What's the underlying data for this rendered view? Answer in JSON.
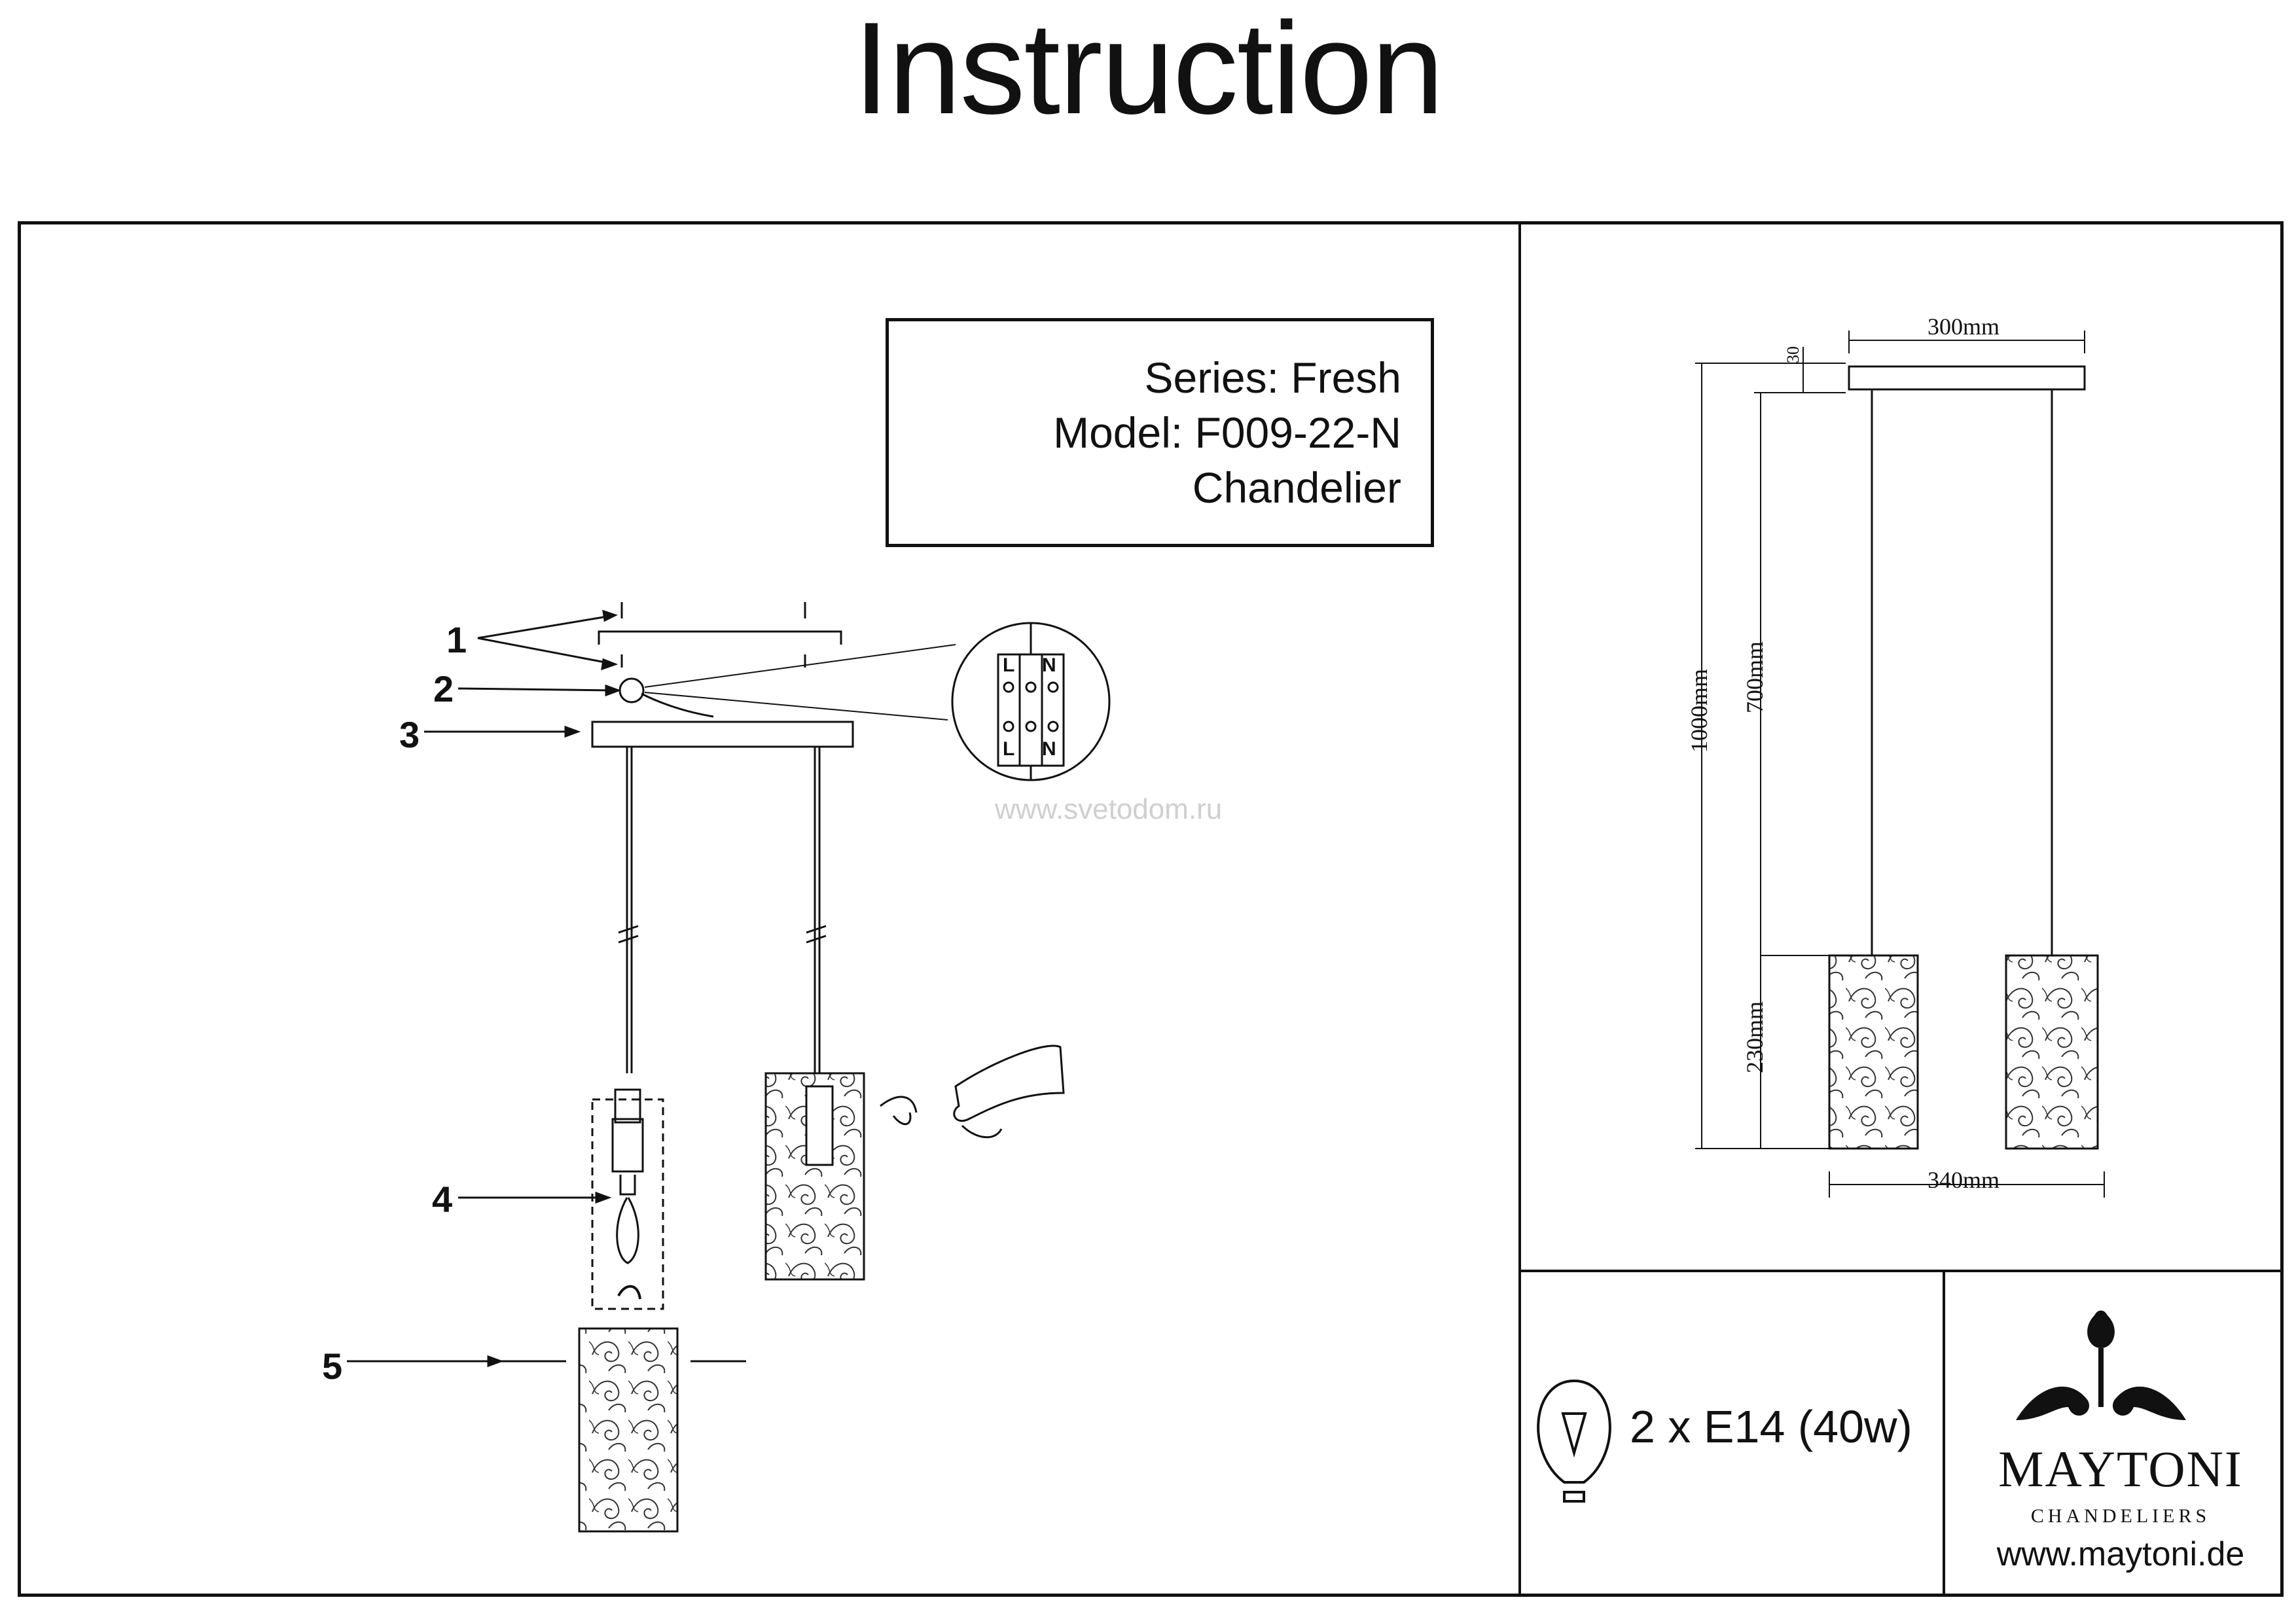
{
  "title": "Instruction",
  "info": {
    "series": "Series: Fresh",
    "model": "Model: F009-22-N",
    "type": "Chandelier"
  },
  "parts": [
    "1",
    "2",
    "3",
    "4",
    "5"
  ],
  "watermark": "www.svetodom.ru",
  "terminal_labels": {
    "top_left": "L",
    "top_right": "N",
    "bottom_left": "L",
    "bottom_right": "N"
  },
  "dimensions": {
    "width_top": "300mm",
    "canopy_height": "30",
    "total_height": "1000mm",
    "rod_length": "700mm",
    "shade_height": "230mm",
    "width_bottom": "340mm"
  },
  "spec": "2 x E14 (40w)",
  "brand": {
    "name": "MAYTONI",
    "subtitle": "CHANDELIERS",
    "website": "www.maytoni.de"
  }
}
